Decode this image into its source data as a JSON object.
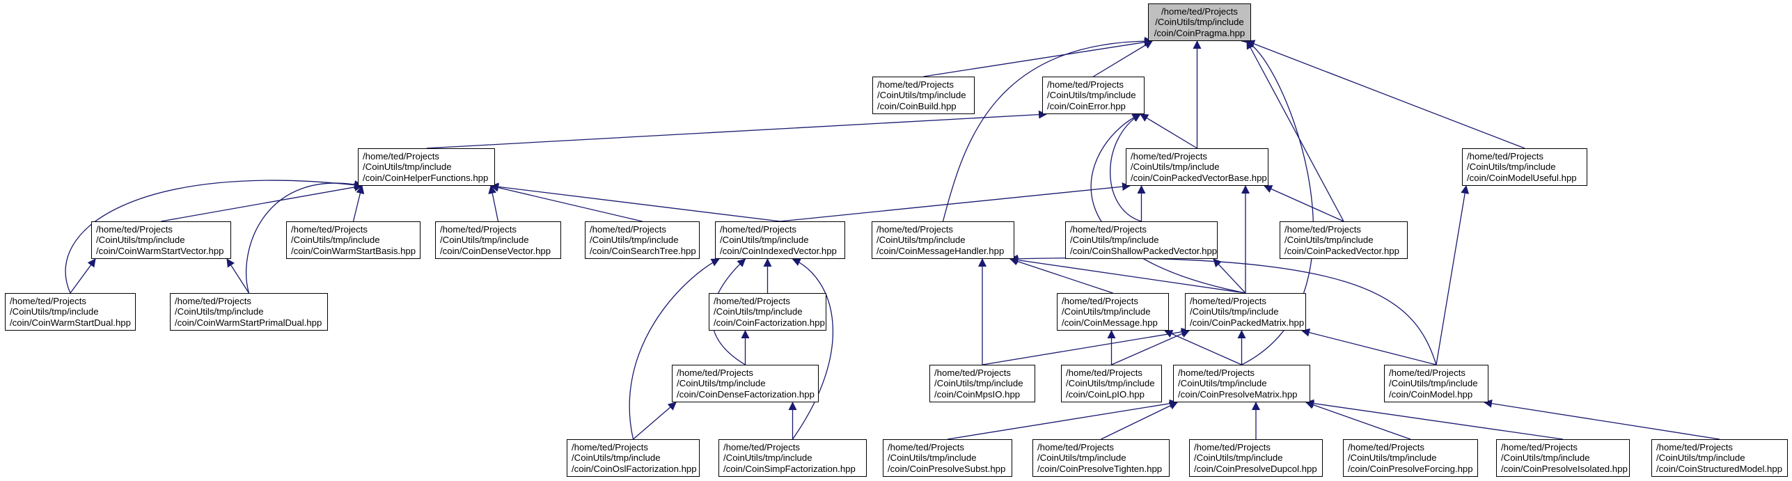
{
  "diagram": {
    "type": "include-dependency-graph",
    "line_color": "#191970",
    "root_fill": "#bfbfbf",
    "nodes": [
      {
        "id": "n0",
        "label": "/home/ted/Projects\n/CoinUtils/tmp/include\n/coin/CoinPragma.hpp",
        "root": true
      },
      {
        "id": "n1",
        "label": "/home/ted/Projects\n/CoinUtils/tmp/include\n/coin/CoinBuild.hpp"
      },
      {
        "id": "n2",
        "label": "/home/ted/Projects\n/CoinUtils/tmp/include\n/coin/CoinError.hpp"
      },
      {
        "id": "n3",
        "label": "/home/ted/Projects\n/CoinUtils/tmp/include\n/coin/CoinHelperFunctions.hpp"
      },
      {
        "id": "n4",
        "label": "/home/ted/Projects\n/CoinUtils/tmp/include\n/coin/CoinPackedVectorBase.hpp"
      },
      {
        "id": "n5",
        "label": "/home/ted/Projects\n/CoinUtils/tmp/include\n/coin/CoinModelUseful.hpp"
      },
      {
        "id": "n6",
        "label": "/home/ted/Projects\n/CoinUtils/tmp/include\n/coin/CoinWarmStartVector.hpp"
      },
      {
        "id": "n7",
        "label": "/home/ted/Projects\n/CoinUtils/tmp/include\n/coin/CoinWarmStartBasis.hpp"
      },
      {
        "id": "n8",
        "label": "/home/ted/Projects\n/CoinUtils/tmp/include\n/coin/CoinDenseVector.hpp"
      },
      {
        "id": "n9",
        "label": "/home/ted/Projects\n/CoinUtils/tmp/include\n/coin/CoinSearchTree.hpp"
      },
      {
        "id": "n10",
        "label": "/home/ted/Projects\n/CoinUtils/tmp/include\n/coin/CoinIndexedVector.hpp"
      },
      {
        "id": "n11",
        "label": "/home/ted/Projects\n/CoinUtils/tmp/include\n/coin/CoinMessageHandler.hpp"
      },
      {
        "id": "n12",
        "label": "/home/ted/Projects\n/CoinUtils/tmp/include\n/coin/CoinShallowPackedVector.hpp"
      },
      {
        "id": "n13",
        "label": "/home/ted/Projects\n/CoinUtils/tmp/include\n/coin/CoinPackedVector.hpp"
      },
      {
        "id": "n14",
        "label": "/home/ted/Projects\n/CoinUtils/tmp/include\n/coin/CoinWarmStartDual.hpp"
      },
      {
        "id": "n15",
        "label": "/home/ted/Projects\n/CoinUtils/tmp/include\n/coin/CoinWarmStartPrimalDual.hpp"
      },
      {
        "id": "n16",
        "label": "/home/ted/Projects\n/CoinUtils/tmp/include\n/coin/CoinFactorization.hpp"
      },
      {
        "id": "n17",
        "label": "/home/ted/Projects\n/CoinUtils/tmp/include\n/coin/CoinMessage.hpp"
      },
      {
        "id": "n18",
        "label": "/home/ted/Projects\n/CoinUtils/tmp/include\n/coin/CoinPackedMatrix.hpp"
      },
      {
        "id": "n19",
        "label": "/home/ted/Projects\n/CoinUtils/tmp/include\n/coin/CoinDenseFactorization.hpp"
      },
      {
        "id": "n20",
        "label": "/home/ted/Projects\n/CoinUtils/tmp/include\n/coin/CoinMpsIO.hpp"
      },
      {
        "id": "n21",
        "label": "/home/ted/Projects\n/CoinUtils/tmp/include\n/coin/CoinLpIO.hpp"
      },
      {
        "id": "n22",
        "label": "/home/ted/Projects\n/CoinUtils/tmp/include\n/coin/CoinPresolveMatrix.hpp"
      },
      {
        "id": "n23",
        "label": "/home/ted/Projects\n/CoinUtils/tmp/include\n/coin/CoinModel.hpp"
      },
      {
        "id": "n24",
        "label": "/home/ted/Projects\n/CoinUtils/tmp/include\n/coin/CoinOslFactorization.hpp"
      },
      {
        "id": "n25",
        "label": "/home/ted/Projects\n/CoinUtils/tmp/include\n/coin/CoinSimpFactorization.hpp"
      },
      {
        "id": "n26",
        "label": "/home/ted/Projects\n/CoinUtils/tmp/include\n/coin/CoinPresolveSubst.hpp"
      },
      {
        "id": "n27",
        "label": "/home/ted/Projects\n/CoinUtils/tmp/include\n/coin/CoinPresolveTighten.hpp"
      },
      {
        "id": "n28",
        "label": "/home/ted/Projects\n/CoinUtils/tmp/include\n/coin/CoinPresolveDupcol.hpp"
      },
      {
        "id": "n29",
        "label": "/home/ted/Projects\n/CoinUtils/tmp/include\n/coin/CoinPresolveForcing.hpp"
      },
      {
        "id": "n30",
        "label": "/home/ted/Projects\n/CoinUtils/tmp/include\n/coin/CoinPresolveIsolated.hpp"
      },
      {
        "id": "n31",
        "label": "/home/ted/Projects\n/CoinUtils/tmp/include\n/coin/CoinStructuredModel.hpp"
      }
    ],
    "edges": [
      [
        "n1",
        "n0"
      ],
      [
        "n2",
        "n0"
      ],
      [
        "n11",
        "n0"
      ],
      [
        "n4",
        "n0"
      ],
      [
        "n13",
        "n0"
      ],
      [
        "n5",
        "n0"
      ],
      [
        "n22",
        "n0"
      ],
      [
        "n3",
        "n2"
      ],
      [
        "n4",
        "n2"
      ],
      [
        "n12",
        "n2"
      ],
      [
        "n18",
        "n2"
      ],
      [
        "n6",
        "n3"
      ],
      [
        "n7",
        "n3"
      ],
      [
        "n8",
        "n3"
      ],
      [
        "n9",
        "n3"
      ],
      [
        "n10",
        "n3"
      ],
      [
        "n14",
        "n3"
      ],
      [
        "n15",
        "n3"
      ],
      [
        "n10",
        "n4"
      ],
      [
        "n12",
        "n4"
      ],
      [
        "n13",
        "n4"
      ],
      [
        "n18",
        "n4"
      ],
      [
        "n23",
        "n5"
      ],
      [
        "n14",
        "n6"
      ],
      [
        "n15",
        "n6"
      ],
      [
        "n16",
        "n10"
      ],
      [
        "n19",
        "n10"
      ],
      [
        "n24",
        "n10"
      ],
      [
        "n25",
        "n10"
      ],
      [
        "n17",
        "n11"
      ],
      [
        "n18",
        "n11"
      ],
      [
        "n20",
        "n11"
      ],
      [
        "n23",
        "n11"
      ],
      [
        "n18",
        "n12"
      ],
      [
        "n19",
        "n16"
      ],
      [
        "n21",
        "n17"
      ],
      [
        "n22",
        "n17"
      ],
      [
        "n20",
        "n18"
      ],
      [
        "n21",
        "n18"
      ],
      [
        "n22",
        "n18"
      ],
      [
        "n23",
        "n18"
      ],
      [
        "n24",
        "n19"
      ],
      [
        "n25",
        "n19"
      ],
      [
        "n26",
        "n22"
      ],
      [
        "n27",
        "n22"
      ],
      [
        "n28",
        "n22"
      ],
      [
        "n29",
        "n22"
      ],
      [
        "n30",
        "n22"
      ],
      [
        "n31",
        "n23"
      ]
    ]
  }
}
